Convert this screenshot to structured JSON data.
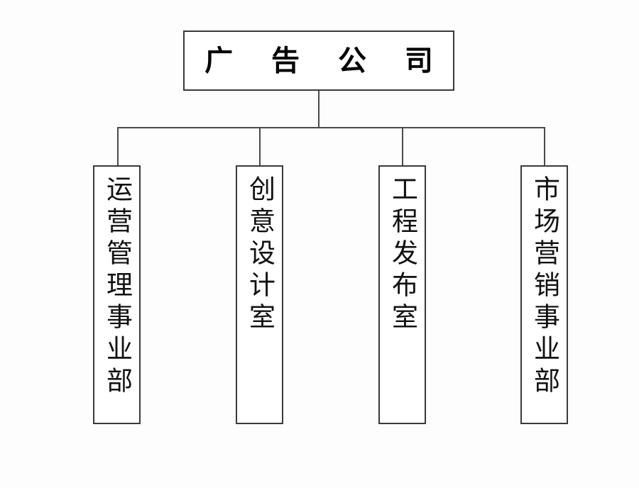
{
  "diagram": {
    "type": "organizational-chart",
    "orientation": "top-down",
    "root": {
      "label": "广 告 公 司",
      "plain_label": "广告公司"
    },
    "children": [
      {
        "label": "运营管理事业部"
      },
      {
        "label": "创意设计室"
      },
      {
        "label": "工程发布室"
      },
      {
        "label": "市场营销事业部"
      }
    ],
    "colors": {
      "background": "#fdfdfd",
      "box_fill": "#ffffff",
      "box_border": "#3a3a3a",
      "connector": "#4a4a4a",
      "text": "#000000"
    }
  }
}
